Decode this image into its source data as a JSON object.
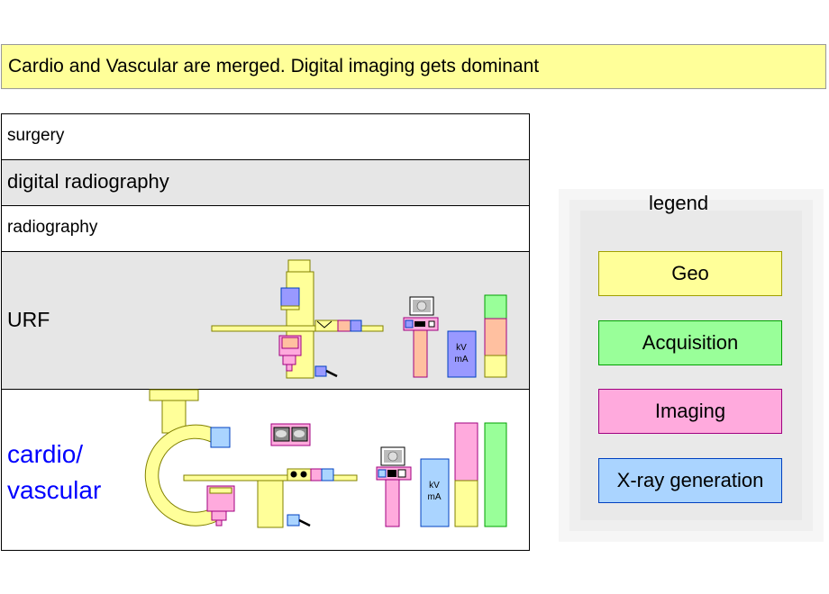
{
  "banner": "Cardio and Vascular are merged. Digital imaging gets dominant",
  "rows": {
    "surgery": "surgery",
    "digital_radiography": "digital radiography",
    "radiography": "radiography",
    "urf": "URF",
    "cardio_line1": "cardio/",
    "cardio_line2": "vascular"
  },
  "legend": {
    "title": "legend",
    "items": [
      {
        "label": "Geo",
        "color": "#ffff99",
        "border": "#a0a000"
      },
      {
        "label": "Acquisition",
        "color": "#99ff99",
        "border": "#00a000"
      },
      {
        "label": "Imaging",
        "color": "#ffaadd",
        "border": "#a00080"
      },
      {
        "label": "X-ray generation",
        "color": "#aad4ff",
        "border": "#0040c0"
      }
    ]
  },
  "generator_label_kv": "kV",
  "generator_label_ma": "mA",
  "colors": {
    "geo": "#ffff99",
    "acquisition": "#99ff99",
    "imaging": "#ffaadd",
    "xray": "#aad4ff",
    "blue_box": "#9999ff",
    "salmon": "#ffc0a0",
    "cardio_text": "#0000ff"
  }
}
